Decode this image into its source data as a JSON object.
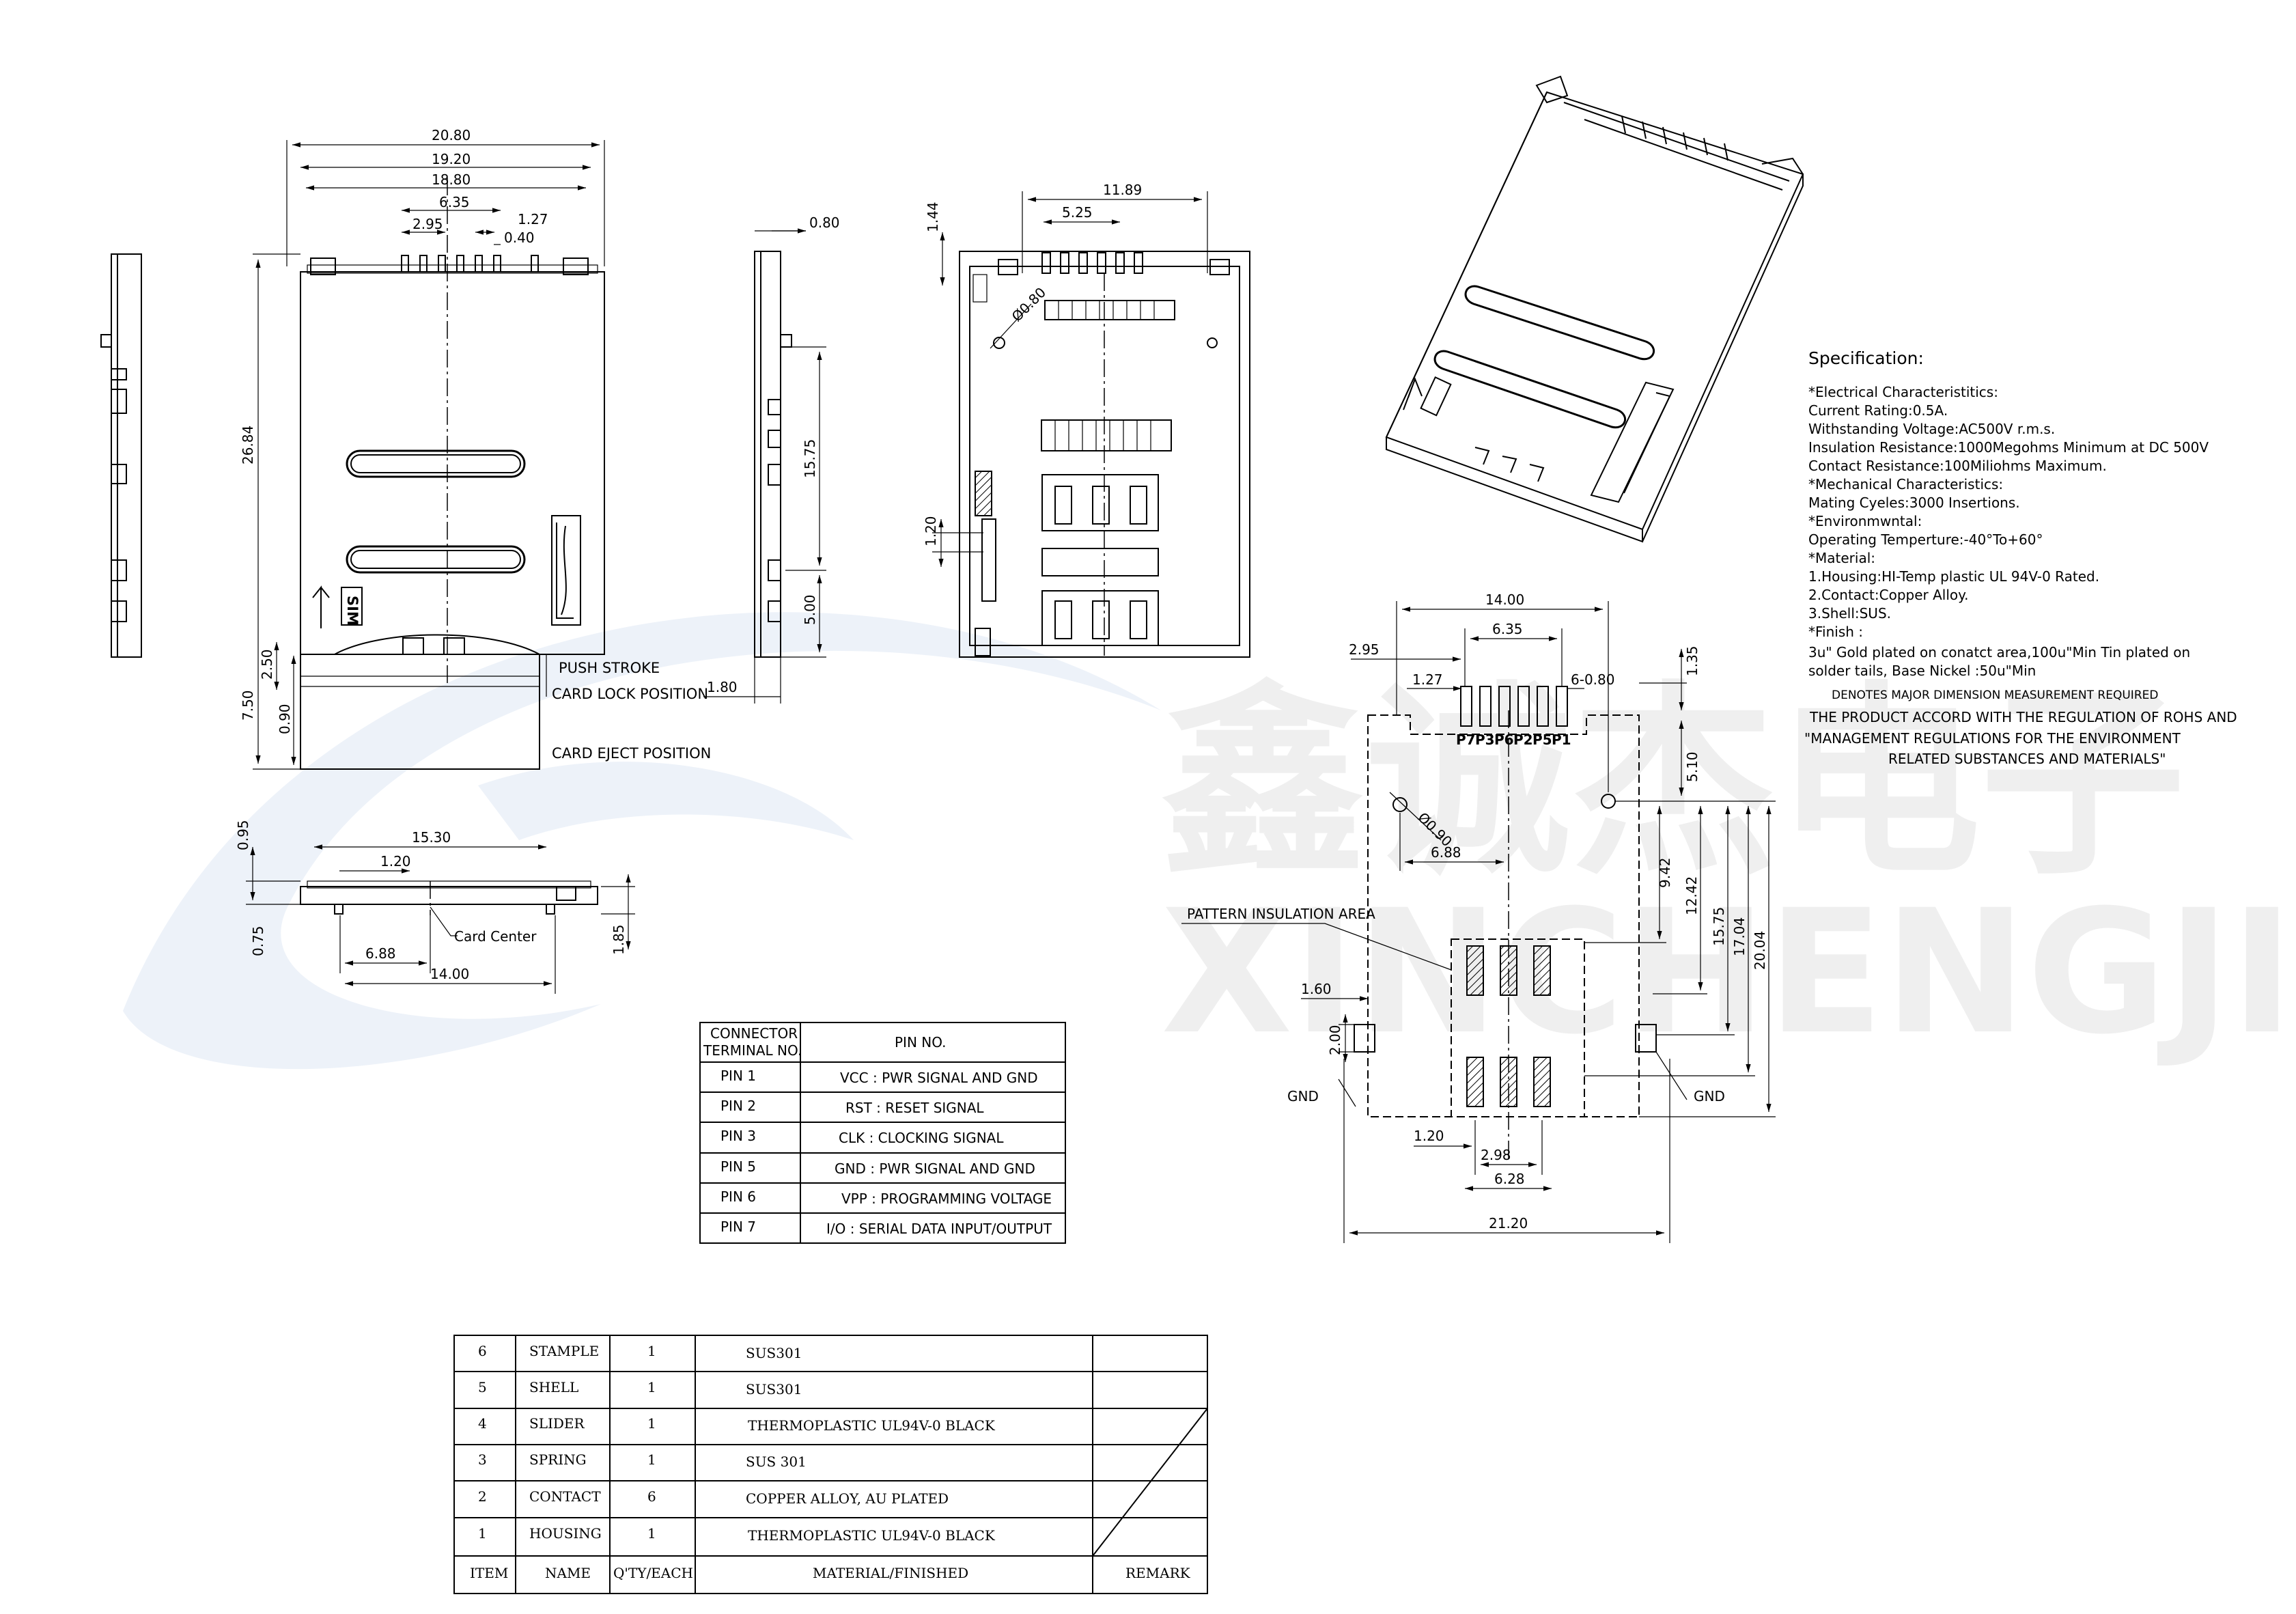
{
  "watermark": {
    "chinese": "鑫诚杰电子",
    "latin": "XINCHENGJIE"
  },
  "front_view": {
    "width_dims": [
      "20.80",
      "19.20",
      "18.80",
      "6.35",
      "1.27",
      "2.95",
      "0.40"
    ],
    "height_dims": [
      "26.84",
      "2.50",
      "7.50",
      "0.90"
    ],
    "labels": {
      "push_stroke": "PUSH STROKE",
      "card_lock": "CARD LOCK POSITION",
      "card_eject": "CARD EJECT POSITION",
      "sim_mark": "SIM"
    }
  },
  "side_view": {
    "dims": [
      "0.80",
      "15.75",
      "5.00",
      "1.80"
    ]
  },
  "back_view": {
    "dims": [
      "11.89",
      "5.25",
      "1.44",
      "1.20",
      "Ø0.80"
    ]
  },
  "bottom_view": {
    "dims": [
      "15.30",
      "1.20",
      "0.95",
      "0.75",
      "6.88",
      "14.00",
      "1.85"
    ],
    "card_center_label": "Card Center"
  },
  "specification": {
    "title": "Specification:",
    "lines": [
      "*Electrical Characteristitics:",
      "Current Rating:0.5A.",
      "Withstanding Voltage:AC500V r.m.s.",
      "Insulation Resistance:1000Megohms Minimum at DC 500V",
      "Contact Resistance:100Miliohms Maximum.",
      "*Mechanical Characteristics:",
      "Mating Cyeles:3000 Insertions.",
      "*Environmwntal:",
      "Operating Temperture:-40°To+60°",
      "*Material:",
      "1.Housing:HI-Temp plastic UL 94V-0 Rated.",
      "2.Contact:Copper Alloy.",
      "3.Shell:SUS.",
      "*Finish :",
      "3u\" Gold plated on conatct area,100u\"Min Tin plated on",
      "solder tails, Base Nickel :50u\"Min"
    ],
    "note": "DENOTES MAJOR DIMENSION MEASUREMENT REQUIRED",
    "rohs": [
      "THE PRODUCT ACCORD WITH THE REGULATION OF ROHS AND",
      "\"MANAGEMENT REGULATIONS FOR THE ENVIRONMENT",
      "RELATED SUBSTANCES AND MATERIALS\""
    ]
  },
  "pcb_layout": {
    "pin_labels": [
      "P7",
      "P3",
      "P6",
      "P2",
      "P5",
      "P1"
    ],
    "dims": [
      "14.00",
      "6.35",
      "2.95",
      "1.27",
      "6-0.80",
      "1.35",
      "5.10",
      "Ø0.90",
      "6.88",
      "9.42",
      "12.42",
      "15.75",
      "17.04",
      "20.04",
      "1.60",
      "2.00",
      "1.20",
      "2.98",
      "6.28",
      "21.20"
    ],
    "pattern_label": "PATTERN INSULATION AREA",
    "gnd_label": "GND"
  },
  "pin_table": {
    "header": [
      "CONNECTOR TERMINAL NO.",
      "PIN NO."
    ],
    "rows": [
      [
        "PIN 1",
        "VCC : PWR SIGNAL AND GND"
      ],
      [
        "PIN 2",
        "RST : RESET SIGNAL"
      ],
      [
        "PIN 3",
        "CLK : CLOCKING SIGNAL"
      ],
      [
        "PIN 5",
        "GND : PWR SIGNAL AND GND"
      ],
      [
        "PIN 6",
        "VPP : PROGRAMMING VOLTAGE"
      ],
      [
        "PIN 7",
        "I/O : SERIAL DATA INPUT/OUTPUT"
      ]
    ]
  },
  "bom_table": {
    "rows": [
      [
        "6",
        "STAMPLE",
        "1",
        "SUS301",
        ""
      ],
      [
        "5",
        "SHELL",
        "1",
        "SUS301",
        ""
      ],
      [
        "4",
        "SLIDER",
        "1",
        "THERMOPLASTIC UL94V-0 BLACK",
        ""
      ],
      [
        "3",
        "SPRING",
        "1",
        "SUS 301",
        ""
      ],
      [
        "2",
        "CONTACT",
        "6",
        "COPPER ALLOY,  AU PLATED",
        ""
      ],
      [
        "1",
        "HOUSING",
        "1",
        "THERMOPLASTIC UL94V-0 BLACK",
        ""
      ]
    ],
    "header": [
      "ITEM",
      "NAME",
      "Q'TY/EACH",
      "MATERIAL/FINISHED",
      "REMARK"
    ]
  }
}
